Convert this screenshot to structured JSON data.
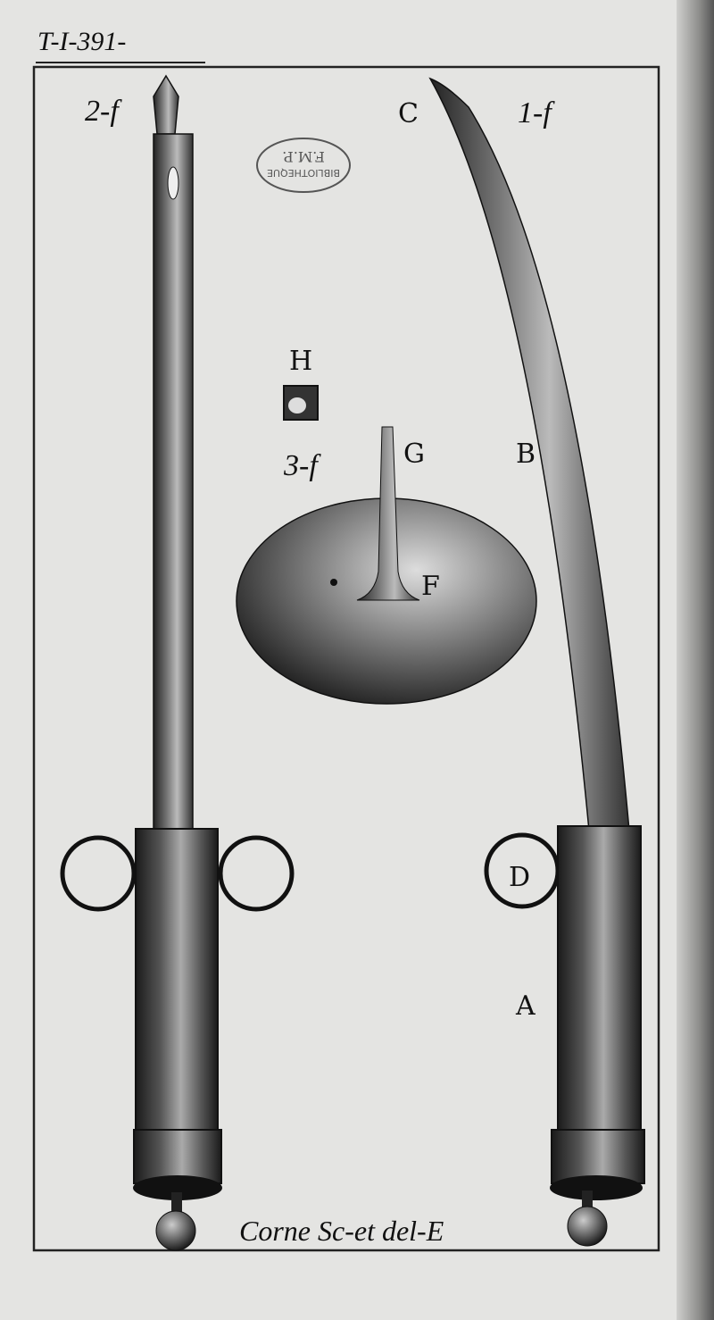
{
  "plate": {
    "page_mark": "T-I-391-",
    "figure_labels": {
      "fig2": "2-f",
      "fig1": "1-f",
      "fig3": "3-f"
    },
    "part_labels": {
      "C": "C",
      "H": "H",
      "G": "G",
      "B": "B",
      "F": "F",
      "D": "D",
      "A": "A"
    },
    "signature": "Corne Sc-et del-E",
    "library_stamp": "F.M.P. BIBLIOTHEQUE"
  }
}
